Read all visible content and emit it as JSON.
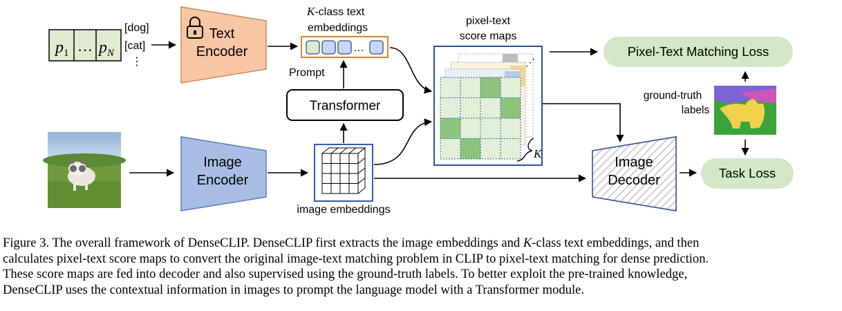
{
  "colors": {
    "text_encoder_fill": "#f7c6a3",
    "text_encoder_stroke": "#c98a5c",
    "image_encoder_fill": "#a8bfe3",
    "image_encoder_stroke": "#5b7ab5",
    "token_fill": "#dfeccf",
    "embedding_box_stroke": "#e8812b",
    "score_map_stroke": "#2f4f8f",
    "grid_green_light": "#e2efd9",
    "grid_green_dark": "#8cc47e",
    "grid_dots": "#2f5ea8",
    "loss_fill": "#d5e8c6",
    "decoder_hatch": "#bfbfbf",
    "text_embedding_fill": "#dbe9cf",
    "text_embedding_fill_2": "#c8d8ee"
  },
  "text_encoder": {
    "line1": "Text",
    "line2": "Encoder",
    "icon": "lock-icon"
  },
  "tokens": {
    "p1": "p",
    "p1_sub": "1",
    "dots": "…",
    "pN": "p",
    "pN_sub": "N"
  },
  "class_names": {
    "dog": "[dog]",
    "cat": "[cat]",
    "more": "⋮"
  },
  "text_embeddings": {
    "k": "K",
    "label_rest": "-class text",
    "label_line2": "embeddings",
    "dots": "…"
  },
  "prompt_label": "Prompt",
  "transformer_label": "Transformer",
  "image_encoder": {
    "line1": "Image",
    "line2": "Encoder"
  },
  "image_embeddings_label": "image embeddings",
  "score_maps": {
    "line1": "pixel-text",
    "line2": "score maps",
    "k": "K"
  },
  "pixel_text_loss": "Pixel-Text Matching Loss",
  "ground_truth": {
    "line1": "ground-truth",
    "line2": "labels"
  },
  "image_decoder": {
    "line1": "Image",
    "line2": "Decoder"
  },
  "task_loss": "Task Loss",
  "caption": {
    "l1_a": "Figure 3. The overall framework of DenseCLIP. DenseCLIP first extracts the image embeddings and ",
    "l1_k": "K",
    "l1_b": "-class text embeddings, and then",
    "l2": "calculates pixel-text score maps to convert the original image-text matching problem in CLIP to pixel-text matching for dense prediction.",
    "l3": "These score maps are fed into decoder and also supervised using the ground-truth labels.  To better exploit the pre-trained knowledge,",
    "l4": "DenseCLIP uses the contextual information in images to prompt the language model with a Transformer module."
  }
}
